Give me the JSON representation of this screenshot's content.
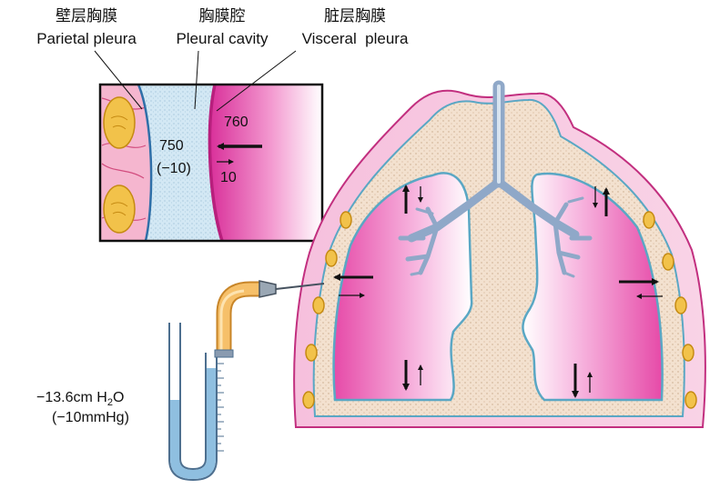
{
  "labels": {
    "parietal_cn": "壁层胸膜",
    "parietal_en": "Parietal pleura",
    "cavity_cn": "胸膜腔",
    "cavity_en": "Pleural cavity",
    "visceral_cn": "脏层胸膜",
    "visceral_en": "Visceral  pleura"
  },
  "inset": {
    "atmos_value": "760",
    "intrapleural_value": "750",
    "intrapleural_relative": "(−10)",
    "recoil_value": "10"
  },
  "manometer": {
    "reading_prefix": "−13.6cm ",
    "reading_h": "H",
    "reading_sub": "2",
    "reading_o": "O",
    "reading_mmhg": "(−10mmHg)"
  },
  "colors": {
    "lung_pink": "#e23a9e",
    "pleura_blue": "#5aa7c4",
    "fluid_blue": "#cfe6f3",
    "mediastinum": "#efd9c4",
    "tube_orange": "#f2b55c",
    "water": "#7fb3d6"
  }
}
